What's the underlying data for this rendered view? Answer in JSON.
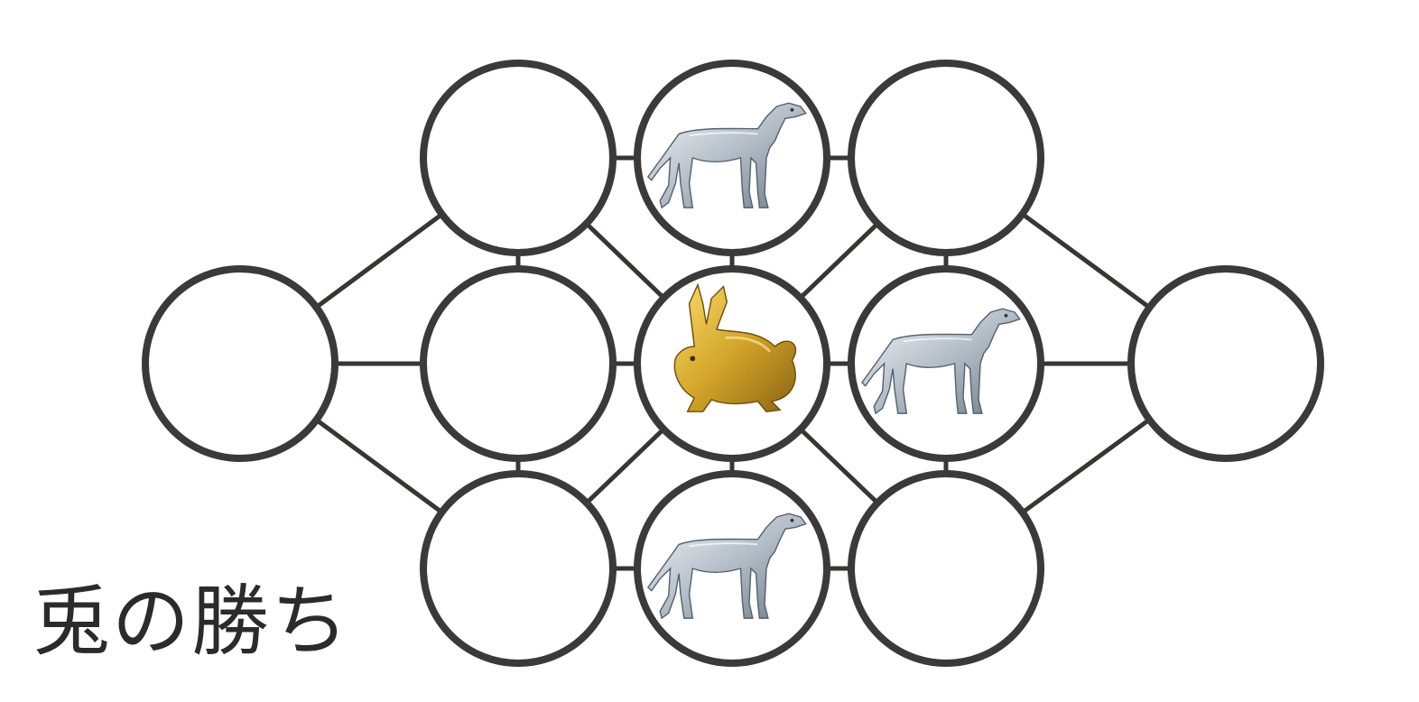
{
  "game": {
    "status_text": "兎の勝ち",
    "winner": "rabbit",
    "pieces": {
      "rabbit": {
        "icon": "rabbit-icon",
        "color": "#d4a52a"
      },
      "hound": {
        "icon": "hound-icon",
        "color": "#b9c3cc"
      }
    },
    "board_cells": [
      {
        "id": "left",
        "piece": null
      },
      {
        "id": "top-1",
        "piece": null
      },
      {
        "id": "top-2",
        "piece": "hound"
      },
      {
        "id": "top-3",
        "piece": null
      },
      {
        "id": "mid-1",
        "piece": null
      },
      {
        "id": "mid-2",
        "piece": "rabbit"
      },
      {
        "id": "mid-3",
        "piece": "hound"
      },
      {
        "id": "bot-1",
        "piece": null
      },
      {
        "id": "bot-2",
        "piece": "hound"
      },
      {
        "id": "bot-3",
        "piece": null
      },
      {
        "id": "right",
        "piece": null
      }
    ]
  }
}
